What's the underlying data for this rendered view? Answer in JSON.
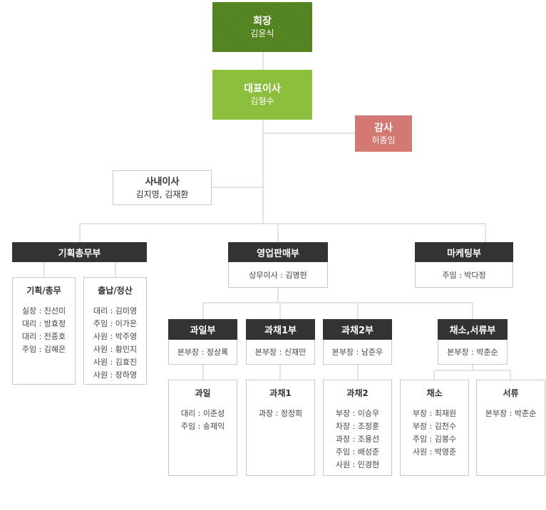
{
  "chairman": {
    "title": "회장",
    "name": "김윤식"
  },
  "ceo": {
    "title": "대표이사",
    "name": "김형수"
  },
  "auditor": {
    "title": "감사",
    "name": "허종임"
  },
  "inside_director": {
    "title": "사내이사",
    "name": "김지영, 김재환"
  },
  "planning": {
    "head": "기획총무부",
    "teams": [
      {
        "title": "기획/총무",
        "members": [
          "실장 : 진선미",
          "대리 : 방효정",
          "대리 : 전종호",
          "주임 : 김혜은"
        ]
      },
      {
        "title": "출납/정산",
        "members": [
          "대리 : 김미영",
          "주임 : 이가은",
          "사원 : 박주영",
          "사원 : 황민지",
          "사원 : 김효진",
          "사원 : 장하영"
        ]
      }
    ]
  },
  "sales": {
    "head": "영업판매부",
    "sub": "상무이사 : 김명현"
  },
  "marketing": {
    "head": "마케팅부",
    "sub": "주임 : 박다정"
  },
  "sales_divisions": [
    {
      "head": "과일부",
      "sub": "본부장 : 정상록"
    },
    {
      "head": "과채1부",
      "sub": "본부장 : 신재만"
    },
    {
      "head": "과채2부",
      "sub": "본부장 : 남준우"
    },
    {
      "head": "채소,서류부",
      "sub": "본부장 : 박춘순"
    }
  ],
  "sales_teams": [
    {
      "title": "과일",
      "members": [
        "대리 : 이준성",
        "주임 : 송제익"
      ]
    },
    {
      "title": "과채1",
      "members": [
        "과장 : 정정희"
      ]
    },
    {
      "title": "과채2",
      "members": [
        "부장 : 이승우",
        "차장 : 조정훈",
        "과장 : 조용선",
        "주임 : 배성준",
        "사원 : 민경현"
      ]
    },
    {
      "title": "채소",
      "members": [
        "부장 : 최재원",
        "부장 : 김천수",
        "주임 : 김봉수",
        "사원 : 박영준"
      ]
    },
    {
      "title": "서류",
      "members": [
        "본부장 : 박춘순"
      ]
    }
  ]
}
